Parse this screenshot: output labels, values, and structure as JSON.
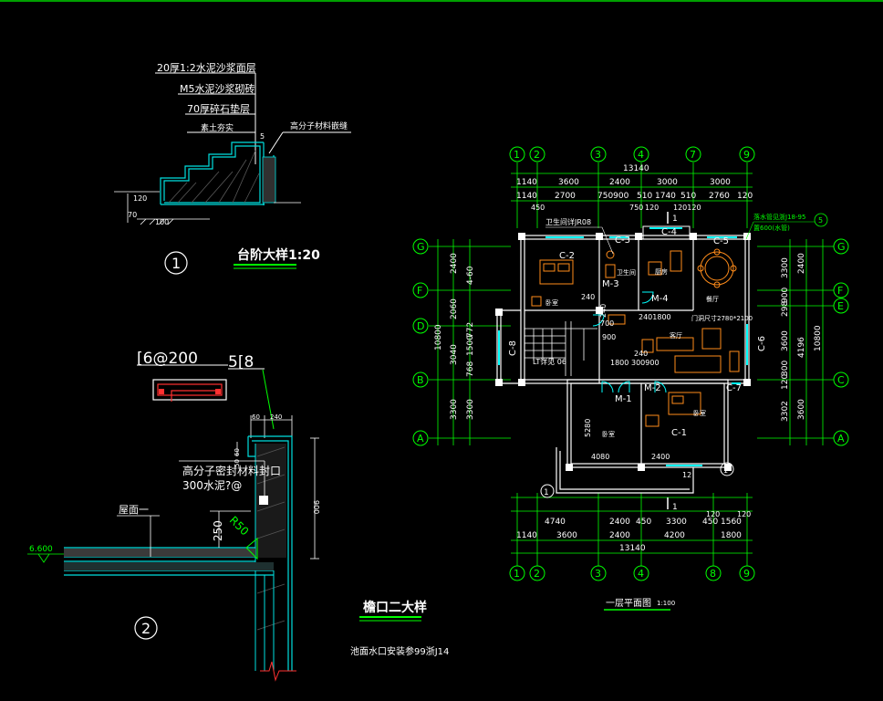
{
  "detail1": {
    "layers": [
      "20厚1:2水泥沙浆面层",
      "M5水泥沙浆砌砖",
      "70厚碎石垫层",
      "素土夯实"
    ],
    "side_note": "高分子材料嵌缝",
    "dim_5": "5",
    "dim_120": "120",
    "dim_70": "70",
    "dim_100": "100",
    "number": "1",
    "title": "台阶大样1:20"
  },
  "detail2": {
    "rebar_left": "[6@200",
    "rebar_right": "5[8",
    "dim_60": "60",
    "dim_240": "240",
    "dim_60b": "60",
    "dim_50": "50",
    "dim_900": "900",
    "seal_note_1": "高分子密封材料封口",
    "seal_note_2": "300水泥?@",
    "radius": "R50",
    "dim_250": "250",
    "roof_label": "屋面一",
    "elev": "6.600",
    "number": "2",
    "title": "檐口二大样",
    "footnote": "池面水口安装参99浙J14"
  },
  "plan": {
    "title": "一层平面图",
    "scale": "1:100",
    "axes_top": [
      "1",
      "2",
      "3",
      "4",
      "7",
      "9"
    ],
    "axes_bottom": [
      "1",
      "2",
      "3",
      "4",
      "8",
      "9"
    ],
    "axes_left": [
      "G",
      "F",
      "D",
      "B",
      "A"
    ],
    "axes_right": [
      "G",
      "F",
      "E",
      "C",
      "A"
    ],
    "top_total": "13140",
    "top_row2": [
      "1140",
      "3600",
      "2400",
      "3000",
      "3000"
    ],
    "top_row3": [
      "1140",
      "2700",
      "750900",
      "510",
      "1740",
      "510",
      "2760",
      "120"
    ],
    "top_row4": [
      "450",
      "750",
      "120",
      "120120"
    ],
    "bottom_row1": [
      "4740",
      "2400",
      "450",
      "3300",
      "450",
      "1560"
    ],
    "bottom_row2": [
      "1140",
      "3600",
      "2400",
      "4200",
      "1800"
    ],
    "bottom_total": "13140",
    "bottom_small": [
      "120",
      "120"
    ],
    "left_outer": "10800",
    "left_mid": [
      "2400",
      "2060",
      "3040",
      "3300"
    ],
    "left_inner": [
      "4-60",
      "1500",
      "772",
      "768",
      "3300"
    ],
    "right_inner": [
      "3300",
      "900",
      "298",
      "3600",
      "120",
      "300",
      "3302"
    ],
    "right_mid": [
      "2400",
      "4196"
    ],
    "right_outer": "10800",
    "right_3600": "3600",
    "windows": [
      "C-2",
      "C-3",
      "C-4",
      "C-5",
      "C-6",
      "C-7",
      "C-8",
      "C-1"
    ],
    "doors": [
      "M-3",
      "M-4",
      "M-1",
      "M-2"
    ],
    "rooms": [
      "卧室",
      "卫生间",
      "厨房",
      "餐厅",
      "客厅",
      "卧室",
      "卧室"
    ],
    "notes": {
      "toilet": "卫生间详JR08",
      "stair": "LT详见 06",
      "opening": "门洞尺寸2780*2100",
      "gutter": "落水管见浙J18-95",
      "gutter2": "置600(水管)",
      "ref_5": "5",
      "ref_1": "1"
    },
    "inner_dims": [
      "240",
      "700",
      "2401800",
      "240",
      "900",
      "240",
      "1800",
      "300900",
      "5280",
      "4080",
      "2400",
      "12"
    ],
    "section_marks": [
      "1",
      "1"
    ],
    "ref_label": "1"
  }
}
